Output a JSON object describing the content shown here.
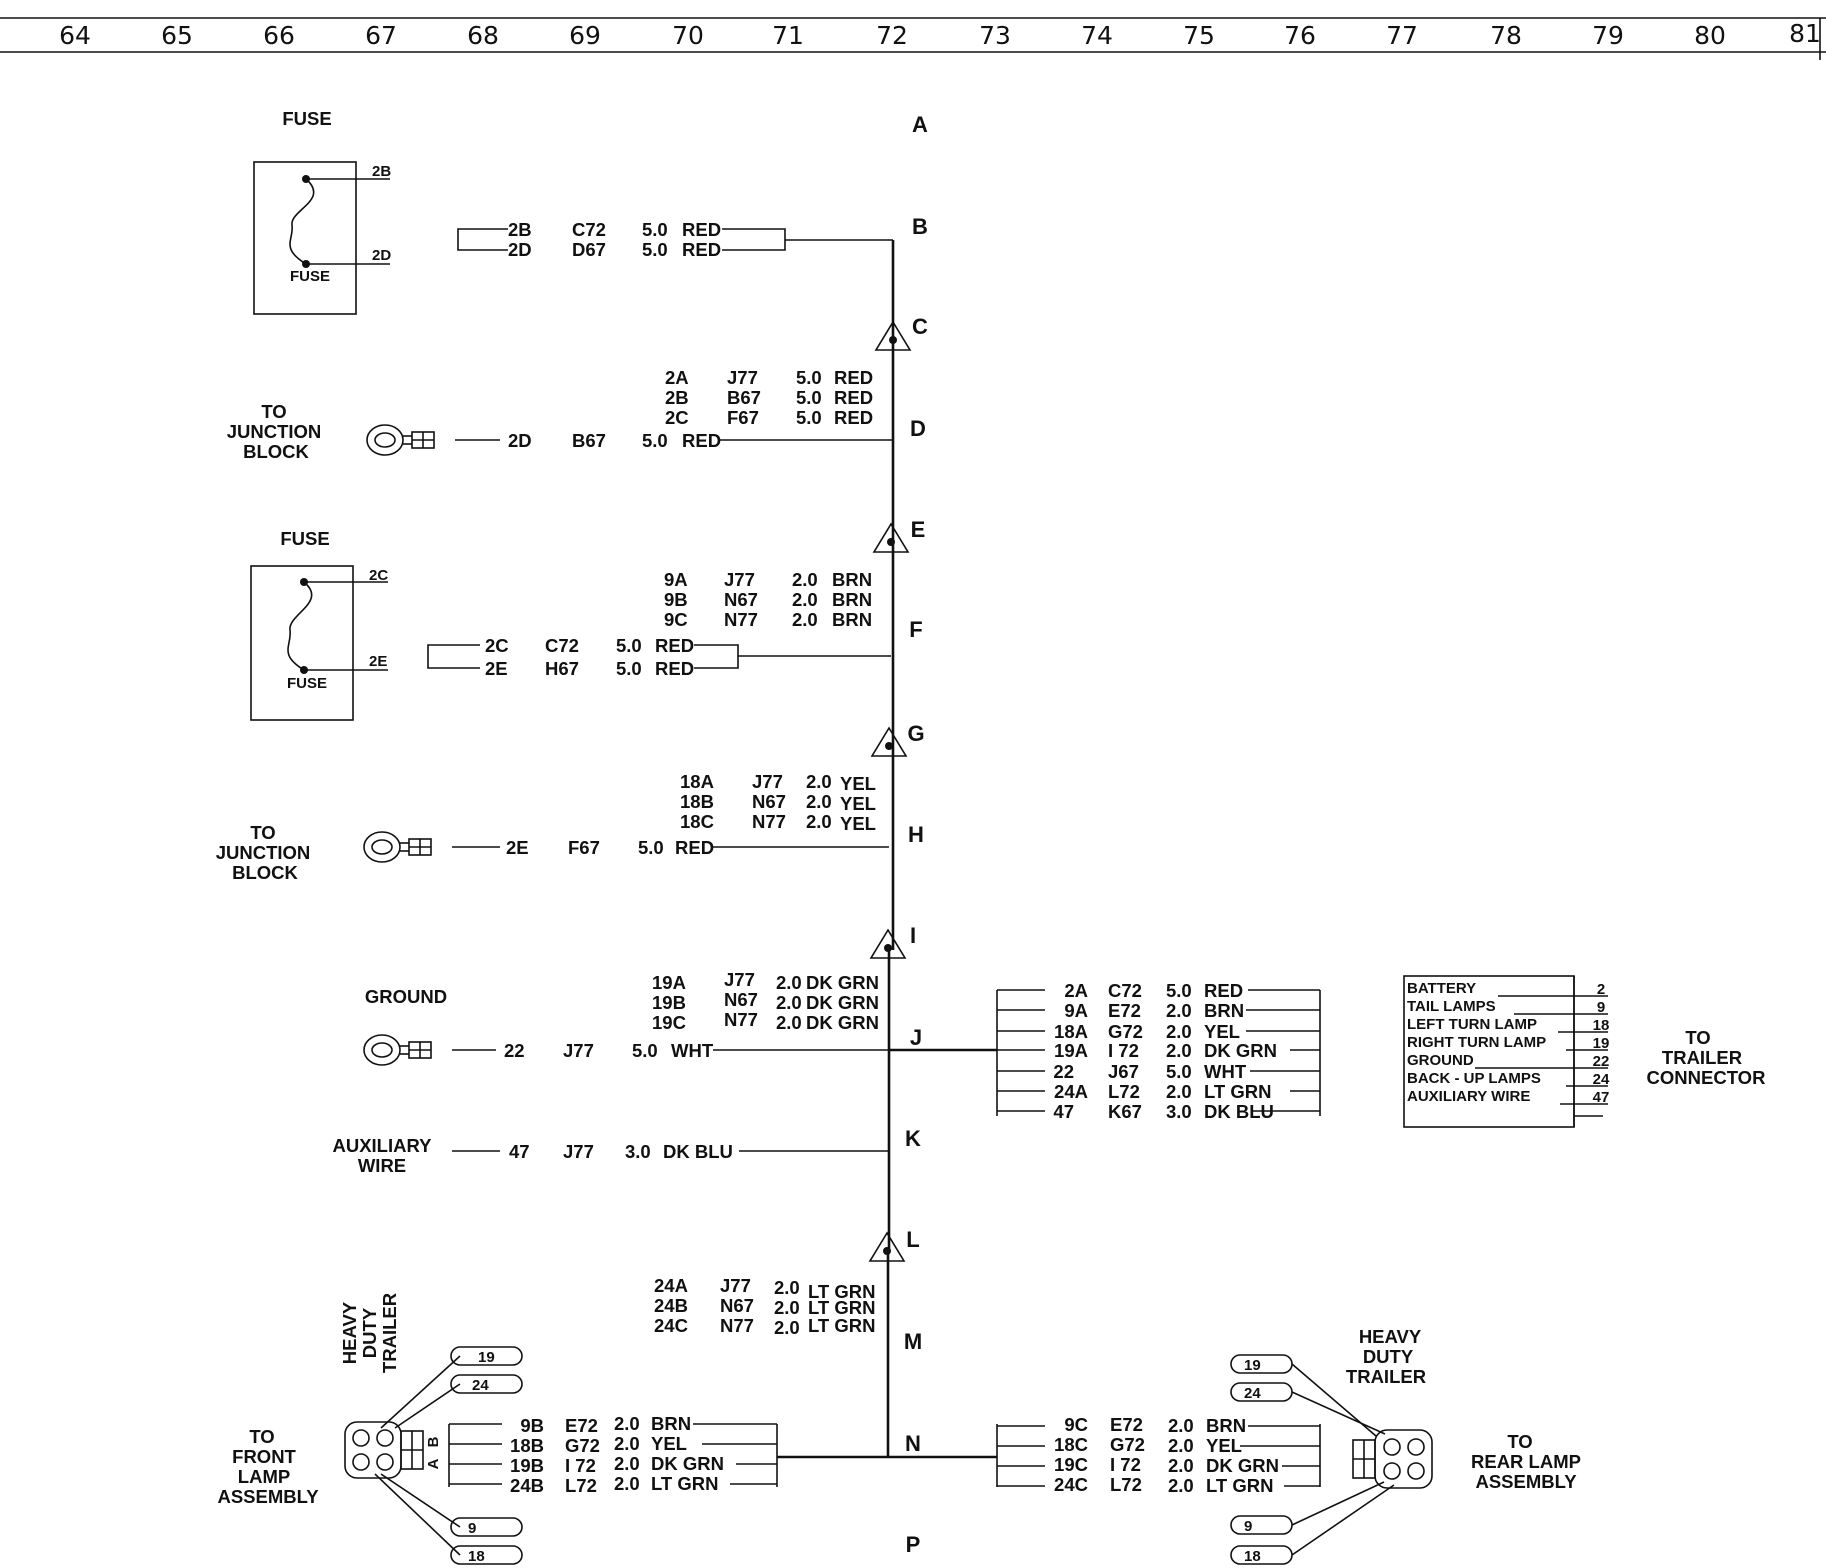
{
  "ruler": [
    "64",
    "65",
    "66",
    "67",
    "68",
    "69",
    "70",
    "71",
    "72",
    "73",
    "74",
    "75",
    "76",
    "77",
    "78",
    "79",
    "80",
    "81"
  ],
  "rows": [
    "A",
    "B",
    "C",
    "D",
    "E",
    "F",
    "G",
    "H",
    "I",
    "J",
    "K",
    "L",
    "M",
    "N",
    "P"
  ],
  "fuse_title": "FUSE",
  "fuse_inner": "FUSE",
  "fuse1": {
    "top": "2B",
    "bottom": "2D"
  },
  "fuse2": {
    "top": "2C",
    "bottom": "2E"
  },
  "wires_b": [
    {
      "ckt": "2B",
      "id": "C72",
      "gauge": "5.0",
      "color": "RED"
    },
    {
      "ckt": "2D",
      "id": "D67",
      "gauge": "5.0",
      "color": "RED"
    }
  ],
  "splice_c": [
    {
      "ckt": "2A",
      "id": "J77",
      "gauge": "5.0",
      "color": "RED"
    },
    {
      "ckt": "2B",
      "id": "B67",
      "gauge": "5.0",
      "color": "RED"
    },
    {
      "ckt": "2C",
      "id": "F67",
      "gauge": "5.0",
      "color": "RED"
    }
  ],
  "junction_label": [
    "TO",
    "JUNCTION",
    "BLOCK"
  ],
  "wire_d": {
    "ckt": "2D",
    "id": "B67",
    "gauge": "5.0",
    "color": "RED"
  },
  "splice_e": [
    {
      "ckt": "9A",
      "id": "J77",
      "gauge": "2.0",
      "color": "BRN"
    },
    {
      "ckt": "9B",
      "id": "N67",
      "gauge": "2.0",
      "color": "BRN"
    },
    {
      "ckt": "9C",
      "id": "N77",
      "gauge": "2.0",
      "color": "BRN"
    }
  ],
  "wires_f": [
    {
      "ckt": "2C",
      "id": "C72",
      "gauge": "5.0",
      "color": "RED"
    },
    {
      "ckt": "2E",
      "id": "H67",
      "gauge": "5.0",
      "color": "RED"
    }
  ],
  "splice_g": [
    {
      "ckt": "18A",
      "id": "J77",
      "gauge": "2.0",
      "color": "YEL"
    },
    {
      "ckt": "18B",
      "id": "N67",
      "gauge": "2.0",
      "color": "YEL"
    },
    {
      "ckt": "18C",
      "id": "N77",
      "gauge": "2.0",
      "color": "YEL"
    }
  ],
  "wire_h": {
    "ckt": "2E",
    "id": "F67",
    "gauge": "5.0",
    "color": "RED"
  },
  "splice_i": [
    {
      "ckt": "19A",
      "id": "J77",
      "gauge": "2.0",
      "color": "DK GRN"
    },
    {
      "ckt": "19B",
      "id": "N67",
      "gauge": "2.0",
      "color": "DK GRN"
    },
    {
      "ckt": "19C",
      "id": "N77",
      "gauge": "2.0",
      "color": "DK GRN"
    }
  ],
  "ground_label": "GROUND",
  "wire_j": {
    "ckt": "22",
    "id": "J77",
    "gauge": "5.0",
    "color": "WHT"
  },
  "trailer_wires": [
    {
      "ckt": "2A",
      "id": "C72",
      "gauge": "5.0",
      "color": "RED"
    },
    {
      "ckt": "9A",
      "id": "E72",
      "gauge": "2.0",
      "color": "BRN"
    },
    {
      "ckt": "18A",
      "id": "G72",
      "gauge": "2.0",
      "color": "YEL"
    },
    {
      "ckt": "19A",
      "id": "I 72",
      "gauge": "2.0",
      "color": "DK GRN"
    },
    {
      "ckt": "22",
      "id": "J67",
      "gauge": "5.0",
      "color": "WHT"
    },
    {
      "ckt": "24A",
      "id": "L72",
      "gauge": "2.0",
      "color": "LT GRN"
    },
    {
      "ckt": "47",
      "id": "K67",
      "gauge": "3.0",
      "color": "DK BLU"
    }
  ],
  "trailer_connector": [
    {
      "name": "BATTERY",
      "pin": "2"
    },
    {
      "name": "TAIL LAMPS",
      "pin": "9"
    },
    {
      "name": "LEFT TURN LAMP",
      "pin": "18"
    },
    {
      "name": "RIGHT TURN LAMP",
      "pin": "19"
    },
    {
      "name": "GROUND",
      "pin": "22"
    },
    {
      "name": "BACK - UP LAMPS",
      "pin": "24"
    },
    {
      "name": "AUXILIARY WIRE",
      "pin": "47"
    }
  ],
  "trailer_connector_label": [
    "TO",
    "TRAILER",
    "CONNECTOR"
  ],
  "aux_label": [
    "AUXILIARY",
    "WIRE"
  ],
  "wire_k": {
    "ckt": "47",
    "id": "J77",
    "gauge": "3.0",
    "color": "DK BLU"
  },
  "splice_l": [
    {
      "ckt": "24A",
      "id": "J77",
      "gauge": "2.0",
      "color": "LT GRN"
    },
    {
      "ckt": "24B",
      "id": "N67",
      "gauge": "2.0",
      "color": "LT GRN"
    },
    {
      "ckt": "24C",
      "id": "N77",
      "gauge": "2.0",
      "color": "LT GRN"
    }
  ],
  "hd_trailer": [
    "HEAVY",
    "DUTY",
    "TRAILER"
  ],
  "front_lamp_label": [
    "TO",
    "FRONT",
    "LAMP",
    "ASSEMBLY"
  ],
  "front_pins_top": [
    "19",
    "24"
  ],
  "front_pins_bottom": [
    "9",
    "18"
  ],
  "front_ab": [
    "B",
    "A"
  ],
  "front_wires": [
    {
      "ckt": "9B",
      "id": "E72",
      "gauge": "2.0",
      "color": "BRN"
    },
    {
      "ckt": "18B",
      "id": "G72",
      "gauge": "2.0",
      "color": "YEL"
    },
    {
      "ckt": "19B",
      "id": "I 72",
      "gauge": "2.0",
      "color": "DK GRN"
    },
    {
      "ckt": "24B",
      "id": "L72",
      "gauge": "2.0",
      "color": "LT GRN"
    }
  ],
  "rear_wires": [
    {
      "ckt": "9C",
      "id": "E72",
      "gauge": "2.0",
      "color": "BRN"
    },
    {
      "ckt": "18C",
      "id": "G72",
      "gauge": "2.0",
      "color": "YEL"
    },
    {
      "ckt": "19C",
      "id": "I 72",
      "gauge": "2.0",
      "color": "DK GRN"
    },
    {
      "ckt": "24C",
      "id": "L72",
      "gauge": "2.0",
      "color": "LT GRN"
    }
  ],
  "rear_lamp_label": [
    "TO",
    "REAR LAMP",
    "ASSEMBLY"
  ],
  "rear_pins_top": [
    "19",
    "24"
  ],
  "rear_pins_bottom": [
    "9",
    "18"
  ]
}
